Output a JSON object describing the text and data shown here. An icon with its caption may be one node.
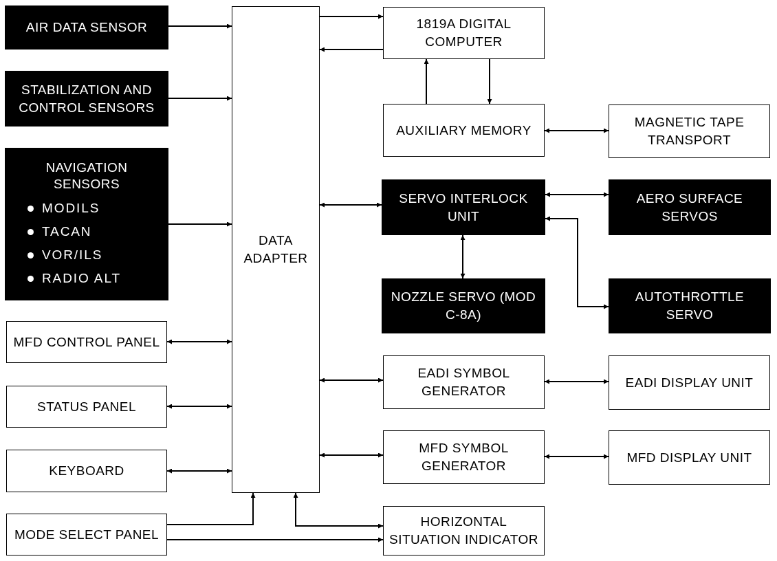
{
  "diagram": {
    "nodes": [
      {
        "text": [
          "AIR DATA SENSOR"
        ]
      },
      {
        "text": [
          "STABILIZATION AND CONTROL SENSORS"
        ]
      },
      {
        "text": [
          "NAVIGATION SENSORS",
          "MODILS",
          "TACAN",
          "VOR/ILS",
          "RADIO ALT"
        ]
      },
      {
        "text": [
          "DATA ADAPTER"
        ]
      },
      {
        "text": [
          "1819A DIGITAL COMPUTER"
        ]
      },
      {
        "text": [
          "AUXILIARY MEMORY"
        ]
      },
      {
        "text": [
          "MAGNETIC TAPE TRANSPORT"
        ]
      },
      {
        "text": [
          "SERVO INTERLOCK UNIT"
        ]
      },
      {
        "text": [
          "AERO SURFACE SERVOS"
        ]
      },
      {
        "text": [
          "NOZZLE SERVO (MOD C-8A)"
        ]
      },
      {
        "text": [
          "AUTOTHROTTLE SERVO"
        ]
      },
      {
        "text": [
          "MFD CONTROL PANEL"
        ]
      },
      {
        "text": [
          "STATUS PANEL"
        ]
      },
      {
        "text": [
          "KEYBOARD"
        ]
      },
      {
        "text": [
          "EADI SYMBOL GENERATOR"
        ]
      },
      {
        "text": [
          "EADI DISPLAY UNIT"
        ]
      },
      {
        "text": [
          "MFD SYMBOL GENERATOR"
        ]
      },
      {
        "text": [
          "MFD DISPLAY UNIT"
        ]
      },
      {
        "text": [
          "MODE SELECT PANEL"
        ]
      },
      {
        "text": [
          "HORIZONTAL SITUATION INDICATOR"
        ]
      }
    ],
    "edges": [
      {
        "from": 0,
        "to": 3,
        "arrow": "to"
      },
      {
        "from": 1,
        "to": 3,
        "arrow": "to"
      },
      {
        "from": 2,
        "to": 3,
        "arrow": "to"
      },
      {
        "from": 3,
        "to": 4,
        "arrow": "to"
      },
      {
        "from": 4,
        "to": 3,
        "arrow": "to"
      },
      {
        "from": 5,
        "to": 4,
        "arrow": "to"
      },
      {
        "from": 4,
        "to": 5,
        "arrow": "to"
      },
      {
        "from": 5,
        "to": 6,
        "arrow": "both"
      },
      {
        "from": 3,
        "to": 7,
        "arrow": "both"
      },
      {
        "from": 7,
        "to": 8,
        "arrow": "both"
      },
      {
        "from": 10,
        "to": 7,
        "arrow": "both"
      },
      {
        "from": 7,
        "to": 9,
        "arrow": "both"
      },
      {
        "from": 11,
        "to": 3,
        "arrow": "both"
      },
      {
        "from": 12,
        "to": 3,
        "arrow": "both"
      },
      {
        "from": 13,
        "to": 3,
        "arrow": "both"
      },
      {
        "from": 3,
        "to": 14,
        "arrow": "both"
      },
      {
        "from": 14,
        "to": 15,
        "arrow": "both"
      },
      {
        "from": 3,
        "to": 16,
        "arrow": "both"
      },
      {
        "from": 16,
        "to": 17,
        "arrow": "both"
      },
      {
        "from": 18,
        "to": 3,
        "arrow": "to"
      },
      {
        "from": 3,
        "to": 19,
        "arrow": "both"
      },
      {
        "from": 18,
        "to": 19,
        "arrow": "to"
      }
    ]
  }
}
